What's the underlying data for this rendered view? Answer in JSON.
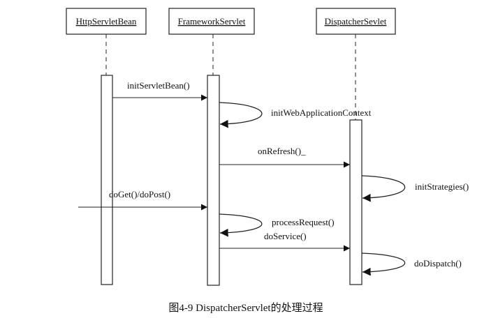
{
  "diagram": {
    "participants": [
      {
        "id": "p1",
        "name": "HttpServletBean"
      },
      {
        "id": "p2",
        "name": "FrameworkServlet"
      },
      {
        "id": "p3",
        "name": "DispatcherSevlet"
      }
    ],
    "messages": [
      {
        "id": "m1",
        "label": "initServletBean()",
        "from": "p1",
        "to": "p2"
      },
      {
        "id": "m2",
        "label": "initWebApplicationContext",
        "from": "p2",
        "to": "p2"
      },
      {
        "id": "m3",
        "label": "onRefresh()_",
        "from": "p2",
        "to": "p3"
      },
      {
        "id": "m4",
        "label": "initStrategies()",
        "from": "p3",
        "to": "p3"
      },
      {
        "id": "m5",
        "label": "doGet()/doPost()",
        "from": "external",
        "to": "p2"
      },
      {
        "id": "m6",
        "label": "processRequest()",
        "from": "p2",
        "to": "p2"
      },
      {
        "id": "m7",
        "label": "doService()",
        "from": "p2",
        "to": "p3"
      },
      {
        "id": "m8",
        "label": "doDispatch()",
        "from": "p3",
        "to": "p3"
      }
    ],
    "caption": "图4-9   DispatcherServlet的处理过程"
  }
}
